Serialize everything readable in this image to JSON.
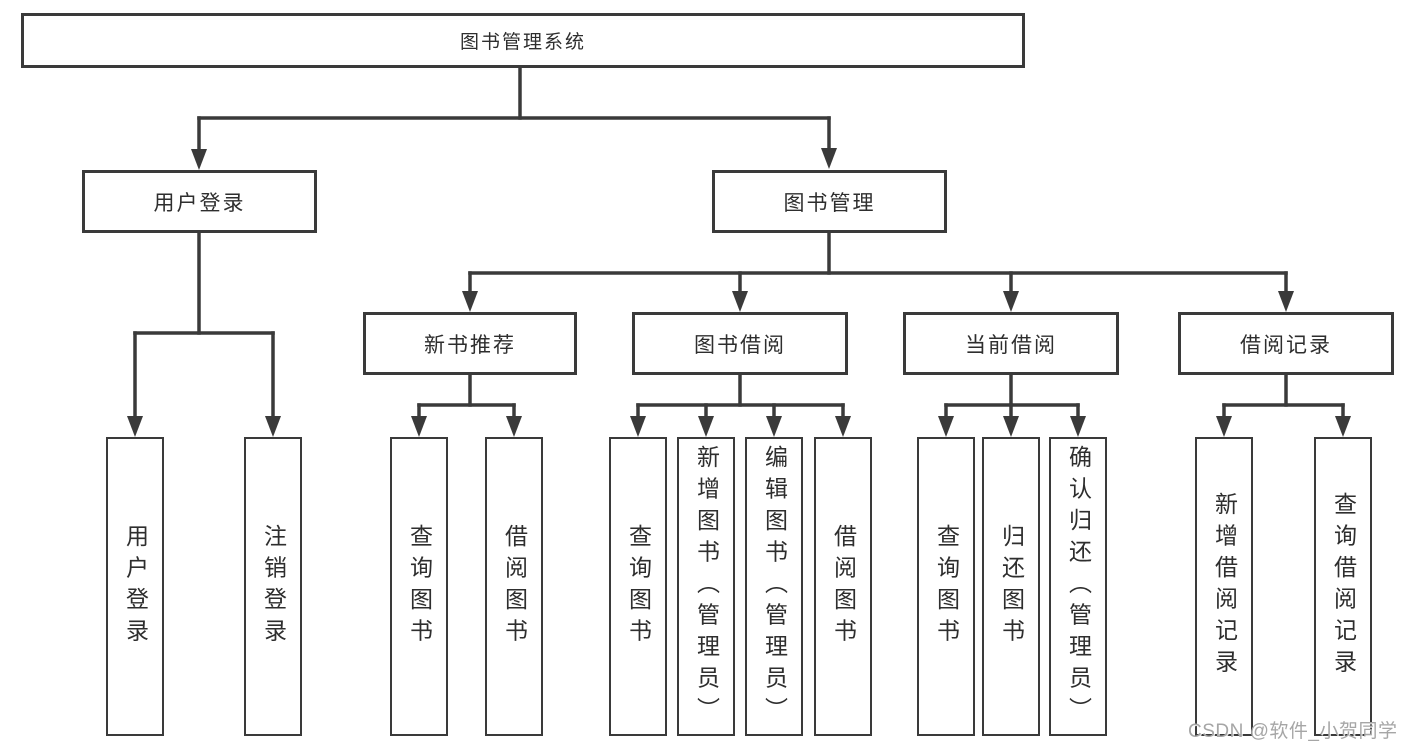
{
  "tree": {
    "label": "图书管理系统",
    "children": [
      {
        "label": "用户登录",
        "children": [
          {
            "label": "用户登录"
          },
          {
            "label": "注销登录"
          }
        ]
      },
      {
        "label": "图书管理",
        "children": [
          {
            "label": "新书推荐",
            "children": [
              {
                "label": "查询图书"
              },
              {
                "label": "借阅图书"
              }
            ]
          },
          {
            "label": "图书借阅",
            "children": [
              {
                "label": "查询图书"
              },
              {
                "label": "新增图书（管理员）"
              },
              {
                "label": "编辑图书（管理员）"
              },
              {
                "label": "借阅图书"
              }
            ]
          },
          {
            "label": "当前借阅",
            "children": [
              {
                "label": "查询图书"
              },
              {
                "label": "归还图书"
              },
              {
                "label": "确认归还（管理员）"
              }
            ]
          },
          {
            "label": "借阅记录",
            "children": [
              {
                "label": "新增借阅记录"
              },
              {
                "label": "查询借阅记录"
              }
            ]
          }
        ]
      }
    ]
  },
  "watermark": {
    "text": "CSDN @软件_小贺同学"
  },
  "colors": {
    "line": "#3a3a3a",
    "text": "#2e2e2e",
    "box_background": "#ffffff",
    "page_background": "#ffffff",
    "watermark": "#a6a6a6"
  }
}
